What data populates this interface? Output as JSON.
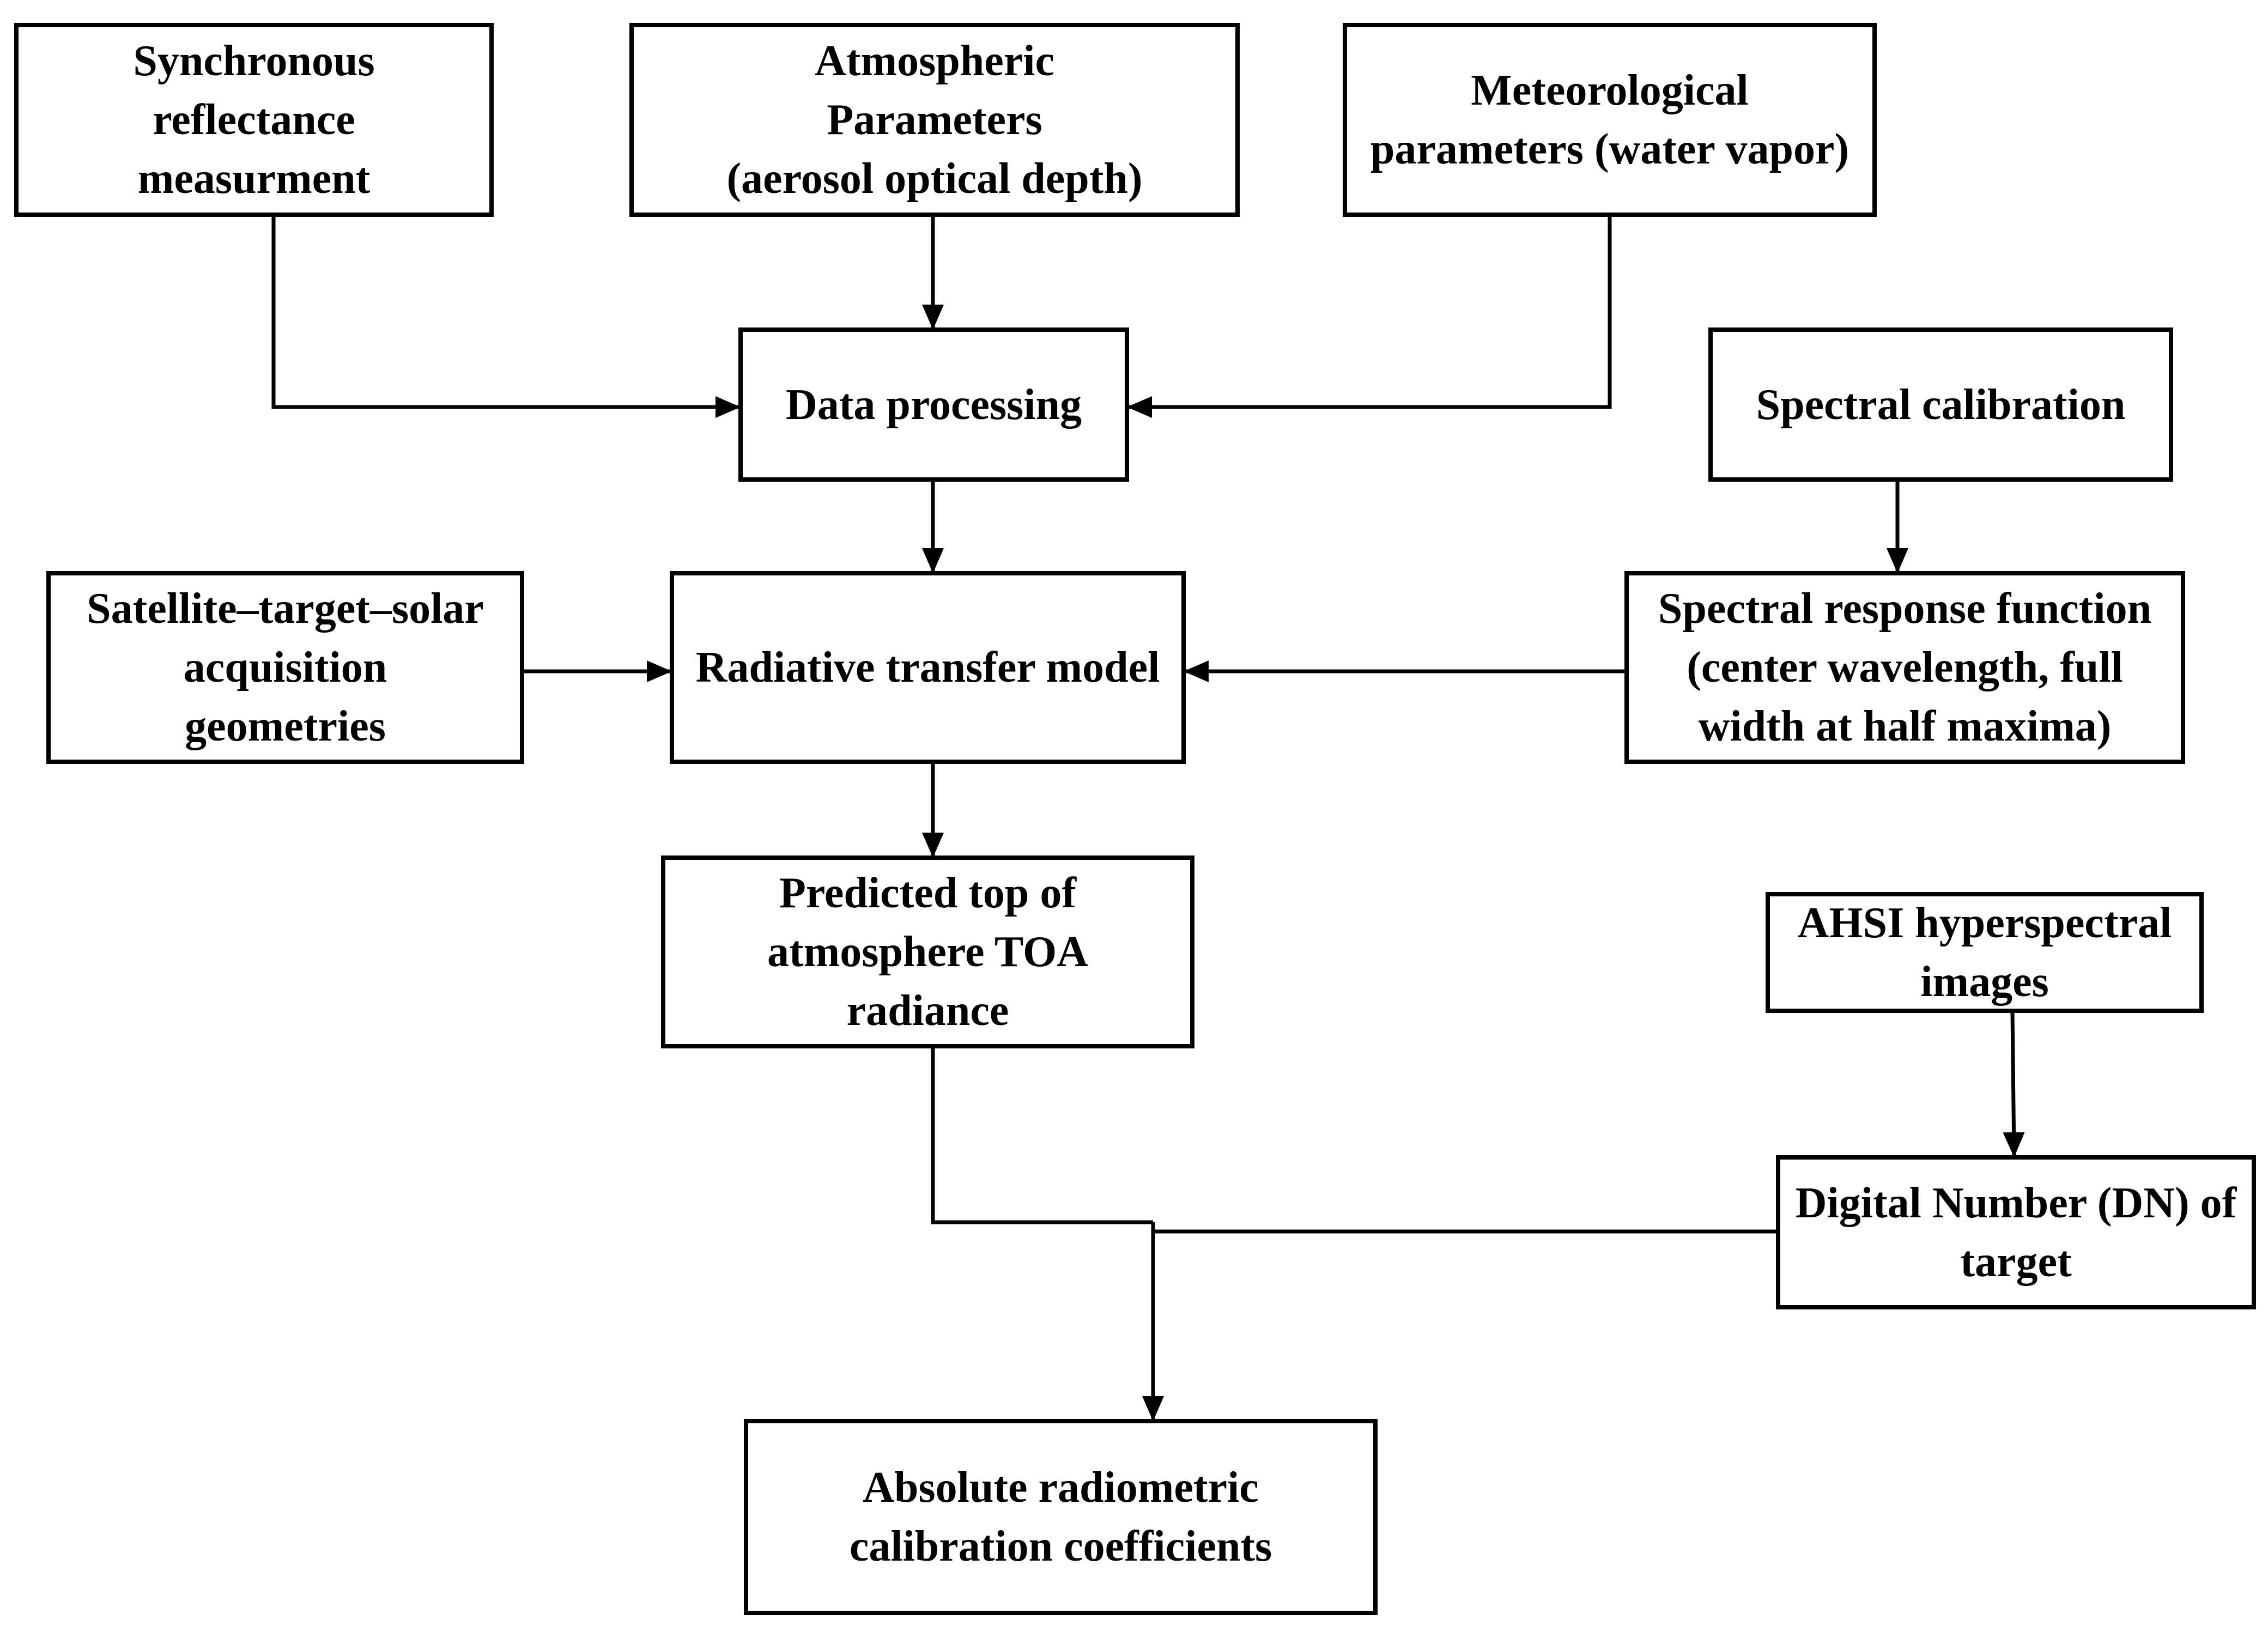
{
  "diagram": {
    "nodes": {
      "synchronous_reflectance": "Synchronous\nreflectance\nmeasurment",
      "atmospheric_parameters": "Atmospheric\nParameters\n(aerosol optical depth)",
      "meteorological_parameters": "Meteorological\nparameters (water vapor)",
      "data_processing": "Data processing",
      "spectral_calibration": "Spectral calibration",
      "acquisition_geometries": "Satellite–target–solar\nacquisition\ngeometries",
      "radiative_transfer_model": "Radiative transfer model",
      "spectral_response_function": "Spectral response function\n(center wavelength, full\nwidth at half maxima)",
      "predicted_toa_radiance": "Predicted top of\natmosphere TOA\nradiance",
      "ahsi_images": "AHSI hyperspectral\nimages",
      "digital_number": "Digital Number (DN) of\ntarget",
      "calibration_coefficients": "Absolute radiometric\ncalibration coefficients"
    },
    "edges": [
      {
        "from": "synchronous_reflectance",
        "to": "data_processing"
      },
      {
        "from": "atmospheric_parameters",
        "to": "data_processing"
      },
      {
        "from": "meteorological_parameters",
        "to": "data_processing"
      },
      {
        "from": "data_processing",
        "to": "radiative_transfer_model"
      },
      {
        "from": "acquisition_geometries",
        "to": "radiative_transfer_model"
      },
      {
        "from": "spectral_calibration",
        "to": "spectral_response_function"
      },
      {
        "from": "spectral_response_function",
        "to": "radiative_transfer_model"
      },
      {
        "from": "radiative_transfer_model",
        "to": "predicted_toa_radiance"
      },
      {
        "from": "ahsi_images",
        "to": "digital_number"
      },
      {
        "from": "predicted_toa_radiance",
        "to": "calibration_coefficients"
      },
      {
        "from": "digital_number",
        "to": "calibration_coefficients"
      }
    ],
    "colors": {
      "stroke": "#000000",
      "background": "#ffffff",
      "text": "#000000"
    }
  }
}
